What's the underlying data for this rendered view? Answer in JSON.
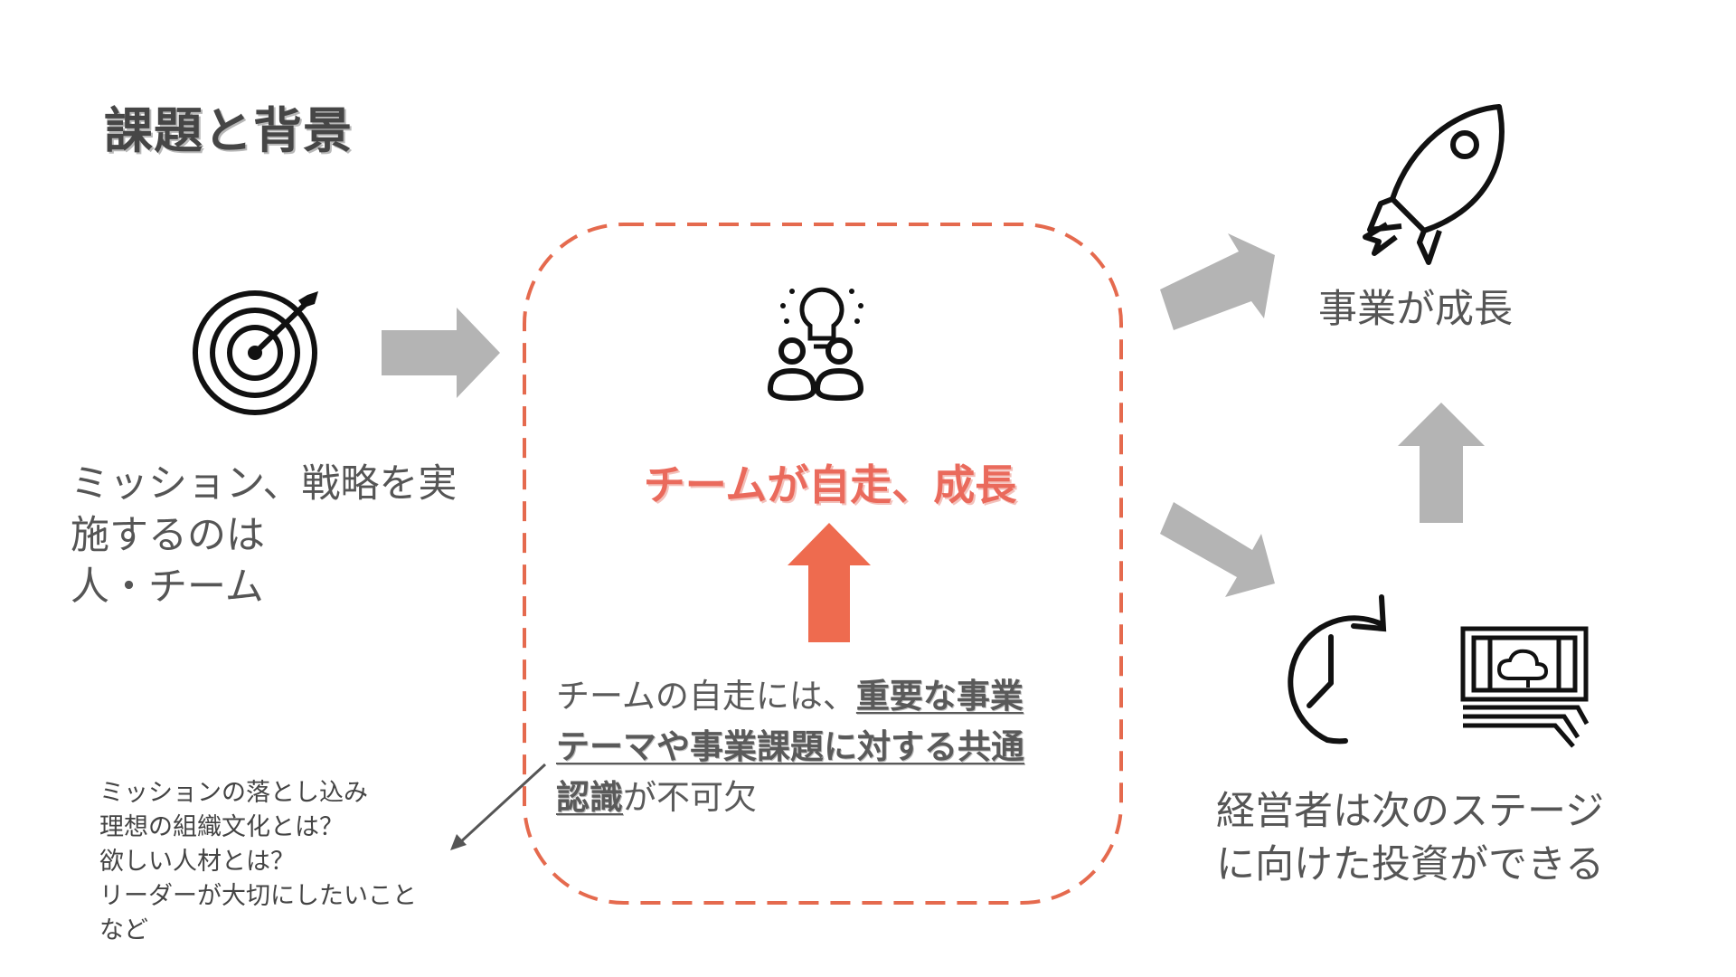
{
  "title": "課題と背景",
  "mission": {
    "lines": [
      "ミッション、戦略を実",
      "施するのは",
      "人・チーム"
    ]
  },
  "team": {
    "heading": "チームが自走、成長",
    "description": {
      "line1_plain": "チームの自走には、",
      "line1_underlined": "重要な事業",
      "line2_underlined": "テーマや事業課題に対する共通",
      "line3_underlined": "認識",
      "line3_plain": "が不可欠"
    }
  },
  "examples": {
    "lines": [
      "ミッションの落とし込み",
      "理想の組織文化とは？",
      "欲しい人材とは？",
      "リーダーが大切にしたいこと",
      "など"
    ]
  },
  "growth": {
    "label": "事業が成長"
  },
  "executive": {
    "lines": [
      "経営者は次のステージ",
      "に向けた投資ができる"
    ]
  },
  "icons": {
    "mission": "target-icon",
    "team": "team-idea-icon",
    "growth": "rocket-icon",
    "time": "clock-icon",
    "money": "money-cloud-icon"
  },
  "colors": {
    "accent": "#ea6a5c",
    "accent_arrow": "#ee6b4f",
    "dashed_border": "#e56a4e",
    "gray_arrow": "#b4b4b4",
    "text": "#555555"
  }
}
